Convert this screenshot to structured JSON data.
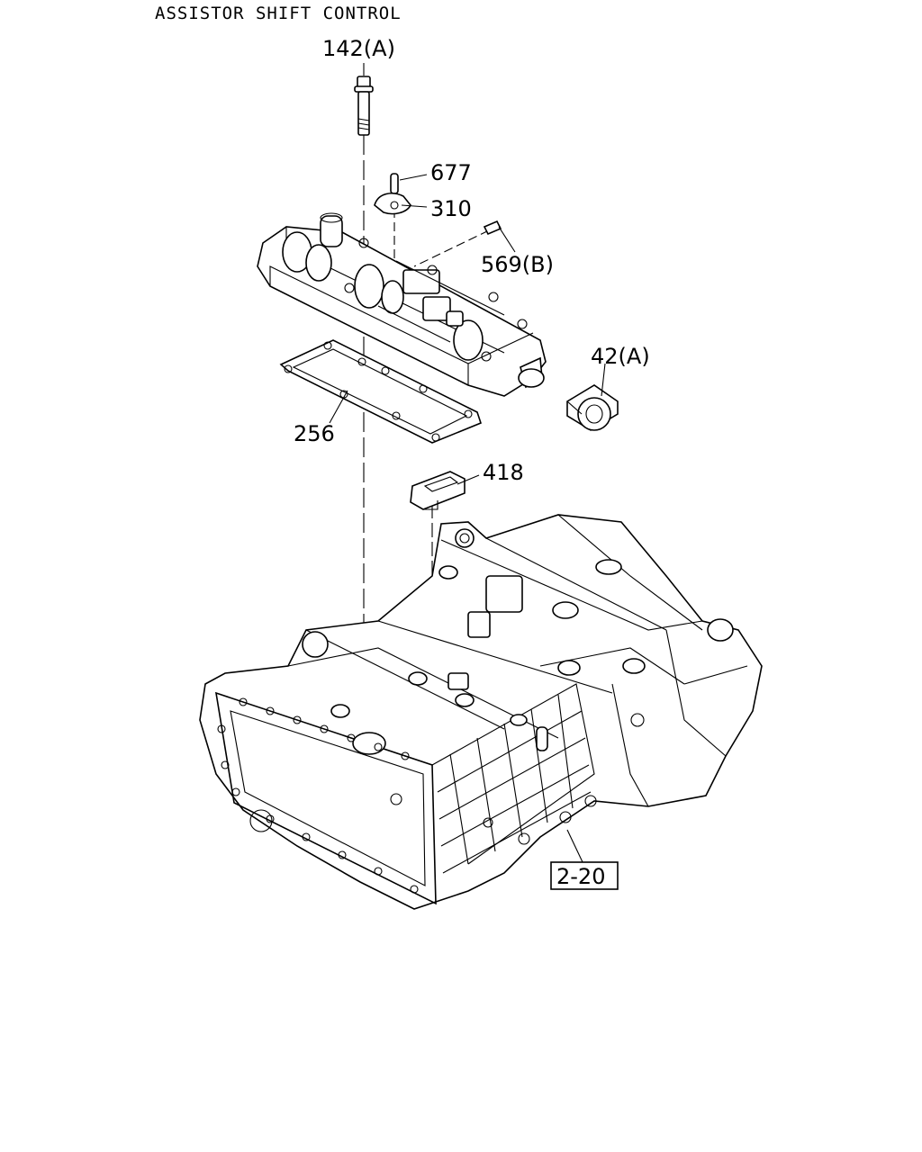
{
  "title": "ASSISTOR SHIFT CONTROL",
  "callouts": {
    "bolt": "142(A)",
    "pin": "677",
    "lever": "310",
    "dowel": "569(B)",
    "bushing": "42(A)",
    "gasket": "256",
    "bracket": "418",
    "reference": "2-20"
  }
}
